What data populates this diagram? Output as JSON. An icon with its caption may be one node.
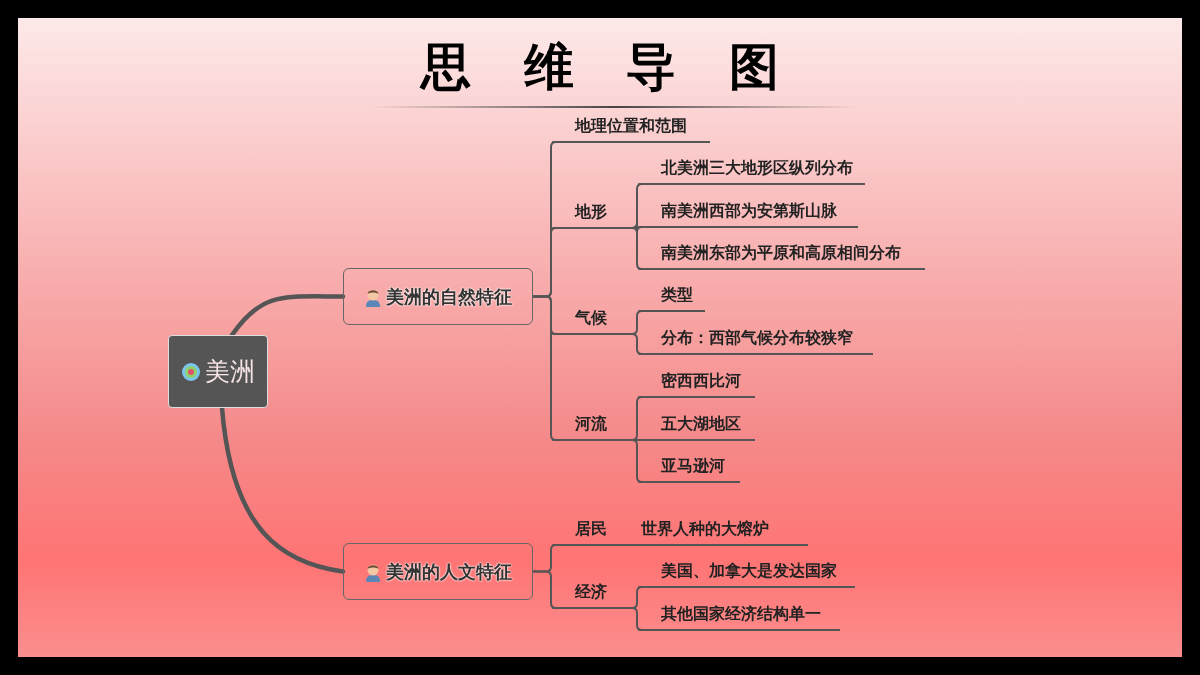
{
  "diagram": {
    "title": "思维导图",
    "nodes": [
      {
        "text": [
          "美洲"
        ]
      },
      {
        "text": [
          "美洲的自然特征"
        ]
      },
      {
        "text": [
          "美洲的人文特征"
        ]
      },
      {
        "text": [
          "地理位置和范围"
        ]
      },
      {
        "text": [
          "地形"
        ]
      },
      {
        "text": [
          "北美洲三大地形区纵列分布"
        ]
      },
      {
        "text": [
          "南美洲西部为安第斯山脉"
        ]
      },
      {
        "text": [
          "南美洲东部为平原和高原相间分布"
        ]
      },
      {
        "text": [
          "气候"
        ]
      },
      {
        "text": [
          "类型"
        ]
      },
      {
        "text": [
          "分布：西部气候分布较狭窄"
        ]
      },
      {
        "text": [
          "河流"
        ]
      },
      {
        "text": [
          "密西西比河"
        ]
      },
      {
        "text": [
          "五大湖地区"
        ]
      },
      {
        "text": [
          "亚马逊河"
        ]
      },
      {
        "text": [
          "居民"
        ]
      },
      {
        "text": [
          "世界人种的大熔炉"
        ]
      },
      {
        "text": [
          "经济"
        ]
      },
      {
        "text": [
          "美国、加拿大是发达国家"
        ]
      },
      {
        "text": [
          "其他国家经济结构单一"
        ]
      }
    ],
    "edges": [
      {
        "from": 0,
        "to": 1,
        "arrow": "none",
        "style": "thick"
      },
      {
        "from": 0,
        "to": 2,
        "arrow": "none",
        "style": "thick"
      },
      {
        "from": 1,
        "to": 3,
        "arrow": "none"
      },
      {
        "from": 1,
        "to": 4,
        "arrow": "none"
      },
      {
        "from": 1,
        "to": 8,
        "arrow": "none"
      },
      {
        "from": 1,
        "to": 11,
        "arrow": "none"
      },
      {
        "from": 4,
        "to": 5,
        "arrow": "none"
      },
      {
        "from": 4,
        "to": 6,
        "arrow": "none"
      },
      {
        "from": 4,
        "to": 7,
        "arrow": "none"
      },
      {
        "from": 8,
        "to": 9,
        "arrow": "none"
      },
      {
        "from": 8,
        "to": 10,
        "arrow": "none"
      },
      {
        "from": 11,
        "to": 12,
        "arrow": "none"
      },
      {
        "from": 11,
        "to": 13,
        "arrow": "none"
      },
      {
        "from": 11,
        "to": 14,
        "arrow": "none"
      },
      {
        "from": 2,
        "to": 15,
        "arrow": "none"
      },
      {
        "from": 2,
        "to": 17,
        "arrow": "none"
      },
      {
        "from": 15,
        "to": 16,
        "arrow": "none"
      },
      {
        "from": 17,
        "to": 18,
        "arrow": "none"
      },
      {
        "from": 17,
        "to": 19,
        "arrow": "none"
      }
    ]
  }
}
